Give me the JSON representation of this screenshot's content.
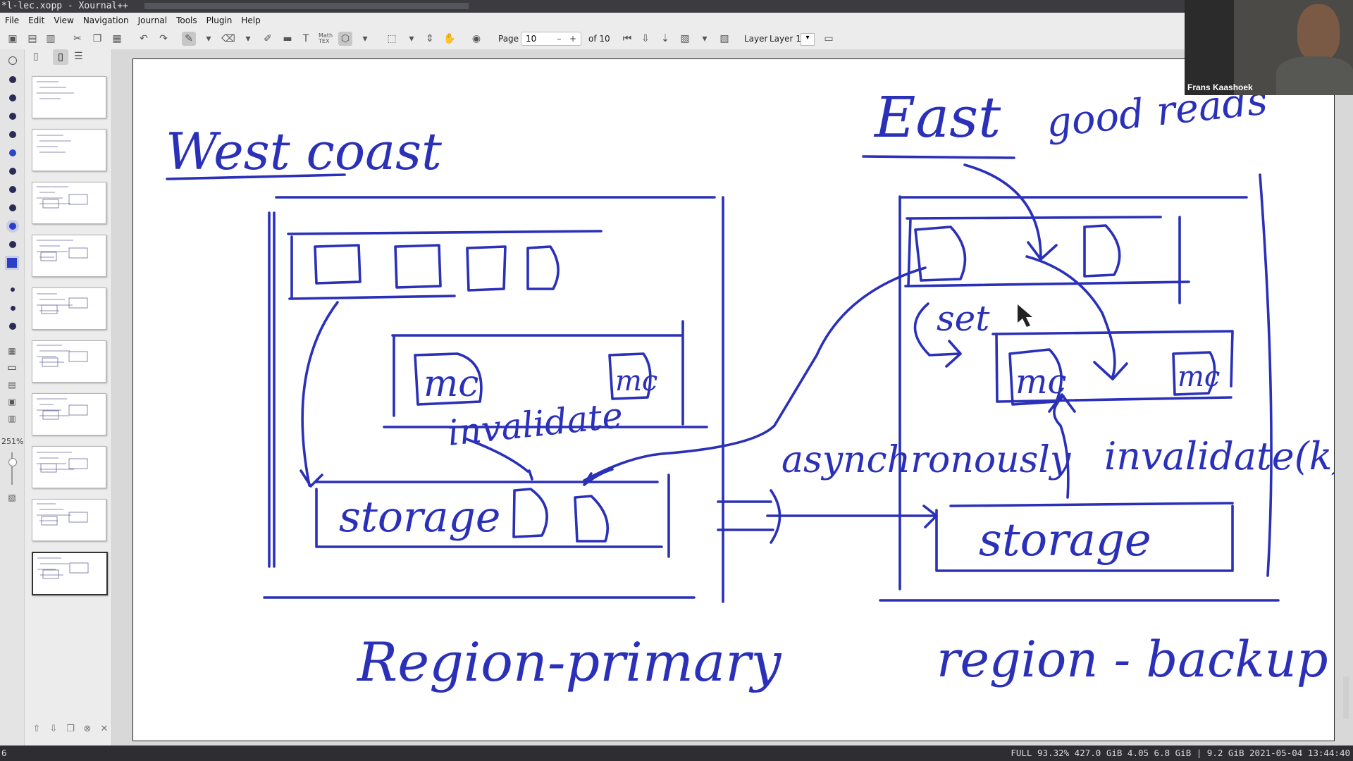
{
  "window": {
    "title": "*l-lec.xopp - Xournal++"
  },
  "menu": [
    "File",
    "Edit",
    "View",
    "Navigation",
    "Journal",
    "Tools",
    "Plugin",
    "Help"
  ],
  "toolbar": {
    "page_label": "Page",
    "page_value": "10",
    "page_total": "of 10",
    "layer_label": "Layer",
    "layer_value": "Layer 1",
    "math_label": "Math TEX"
  },
  "sidebar": {
    "zoom": "251%"
  },
  "thumbnails": {
    "count": 10,
    "selected_index": 10
  },
  "webcam": {
    "name": "Frans Kaashoek"
  },
  "statusbar": {
    "workspace": "6",
    "info": "FULL 93.32% 427.0 GiB 4.05 6.8 GiB | 9.2 GiB 2021-05-04 13:44:40"
  },
  "whiteboard": {
    "ink_color": "#2a30b8",
    "labels": {
      "west_coast": "West coast",
      "east": "East",
      "good_reads": "good reads",
      "invalidate_left": "invalidate",
      "asynchronously": "asynchronously",
      "invalidate_right": "invalidate(k)",
      "set": "set",
      "storage_left": "storage",
      "storage_right": "storage",
      "region_primary": "Region-primary",
      "region_backup": "region - backup",
      "mc": "mc"
    }
  }
}
